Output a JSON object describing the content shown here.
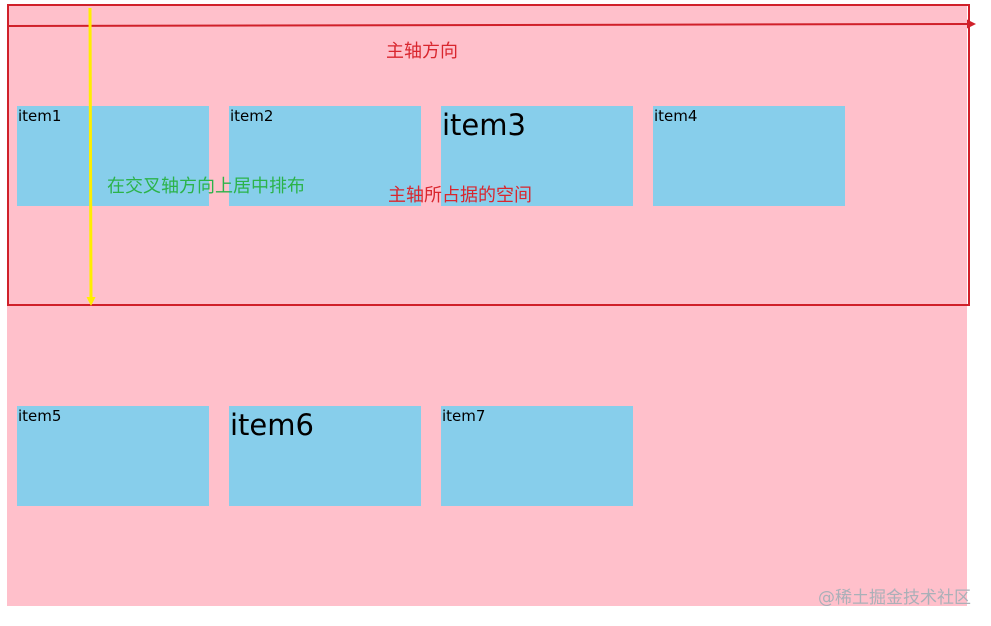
{
  "items": [
    {
      "label": "item1"
    },
    {
      "label": "item2"
    },
    {
      "label": "item3"
    },
    {
      "label": "item4"
    },
    {
      "label": "item5"
    },
    {
      "label": "item6"
    },
    {
      "label": "item7"
    }
  ],
  "annotations": {
    "main_axis_direction": "主轴方向",
    "cross_axis_centered": "在交叉轴方向上居中排布",
    "main_axis_space": "主轴所占据的空间"
  },
  "watermark": "@稀土掘金技术社区",
  "colors": {
    "container": "#ffc0cb",
    "item": "#87ceeb",
    "main_axis": "#d0202a",
    "cross_axis": "#ffee00",
    "green_text": "#2bb34a"
  }
}
